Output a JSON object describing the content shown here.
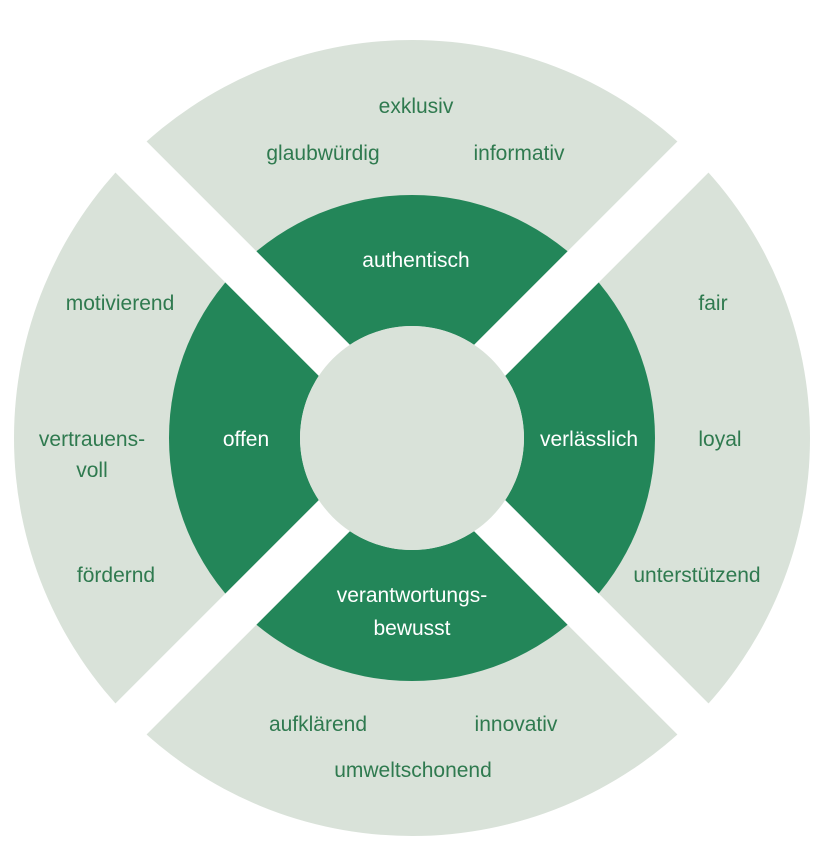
{
  "colors": {
    "outer_ring": "#d9e2d9",
    "inner_ring": "#238659",
    "outer_text": "#2f7a4f",
    "inner_text": "#ffffff",
    "center": "#d9e2d9",
    "divider": "#ffffff"
  },
  "inner": {
    "top": "authentisch",
    "right": "verlässlich",
    "bottom_line1": "verantwortungs-",
    "bottom_line2": "bewusst",
    "left": "offen"
  },
  "outer": {
    "top": [
      "exklusiv",
      "glaubwürdig",
      "informativ"
    ],
    "right": [
      "fair",
      "loyal",
      "unterstützend"
    ],
    "bottom": [
      "aufklärend",
      "innovativ",
      "umweltschonend"
    ],
    "left": {
      "motivating": "motivierend",
      "trust_line1": "vertrauens-",
      "trust_line2": "voll",
      "promoting": "fördernd"
    }
  }
}
